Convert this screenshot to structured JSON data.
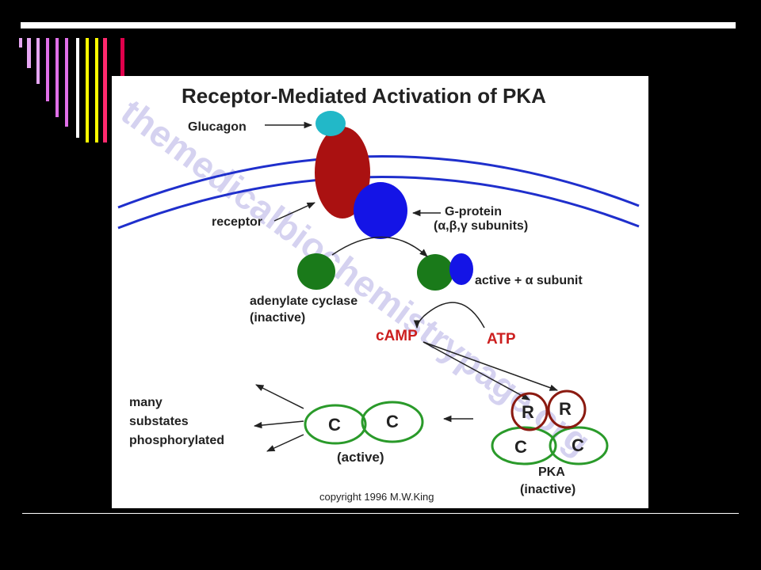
{
  "slide": {
    "stripe_colors": [
      "#e6a6f2",
      "#e6a6f2",
      "#e6a6f2",
      "#e070e8",
      "#e070e8",
      "#e070e8",
      "#ffffff",
      "#ffff00",
      "#ffff00",
      "#ff2a6e",
      "#e0004c"
    ]
  },
  "figure": {
    "title": "Receptor-Mediated Activation of PKA",
    "watermark": "themedicalbiochemistrypage.org",
    "labels": {
      "glucagon": "Glucagon",
      "receptor": "receptor",
      "g_protein": "G-protein",
      "g_protein_sub": "(α,β,γ subunits)",
      "active_alpha": "active + α subunit",
      "adenylate_cyclase": "adenylate cyclase",
      "inactive_paren": "(inactive)",
      "camp": "cAMP",
      "atp": "ATP",
      "many": "many",
      "substates": "substates",
      "phosphorylated": "phosphorylated",
      "active_paren": "(active)",
      "pka": "PKA",
      "pka_inactive": "(inactive)",
      "copyright": "copyright 1996 M.W.King"
    },
    "subunit_letters": {
      "active_c1": "C",
      "active_c2": "C",
      "pka_r1": "R",
      "pka_r2": "R",
      "pka_c1": "C",
      "pka_c2": "C"
    },
    "colors": {
      "membrane": "#1f2fcc",
      "receptor": "#aa1111",
      "glucagon": "#22b8c8",
      "g_protein": "#1414e6",
      "cyclase": "#1a7a1a",
      "label_red": "#cc1f1f",
      "c_subunit_outline": "#2a9a2a",
      "r_subunit_outline": "#8b1a10"
    }
  }
}
